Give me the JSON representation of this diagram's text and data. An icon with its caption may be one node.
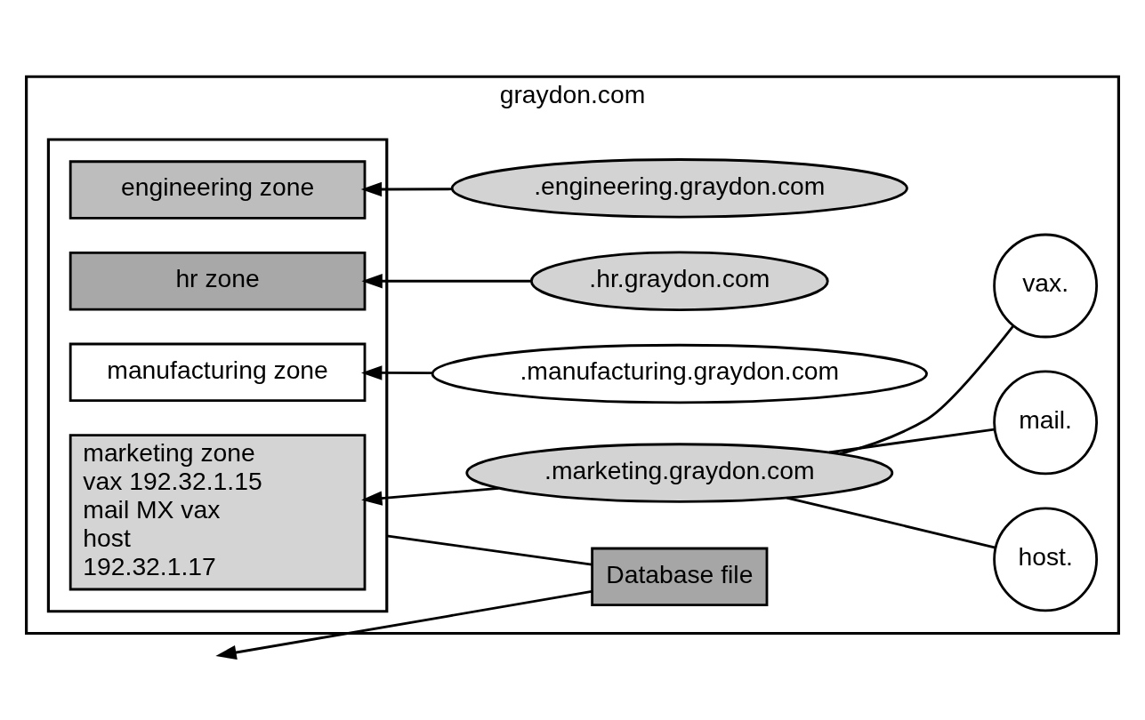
{
  "diagram": {
    "nodes": [
      {
        "text": [
          "graydon.com"
        ]
      },
      {
        "text": [
          "Database file"
        ],
        "in": 0
      },
      {
        "text": [],
        "shape": "box",
        "in": 0
      },
      {
        "text": [
          "marketing zone vax 192.32.1.15 mail MX vax host 192.32.1.17"
        ],
        "in": 2
      },
      {
        "text": [
          "engineering zone"
        ],
        "in": 2
      },
      {
        "text": [
          "hr zone"
        ],
        "in": 2
      },
      {
        "text": [
          "manufacturing zone"
        ],
        "in": 2
      },
      {
        "text": [
          "vax."
        ],
        "in": 0
      },
      {
        "text": [
          "mail."
        ],
        "in": 0
      },
      {
        "text": [
          "host."
        ],
        "in": 0
      },
      {
        "text": [
          ".marketing.graydon.com"
        ],
        "in": 0
      },
      {
        "text": [
          ".engineering.graydon.com"
        ],
        "in": 0
      },
      {
        "text": [
          ".hr.graydon.com"
        ],
        "in": 0
      },
      {
        "text": [
          ".manufacturing.graydon.com"
        ],
        "in": 0
      }
    ],
    "edges": [
      {
        "from": 1,
        "to": null,
        "arrow": "to"
      },
      {
        "from": 1,
        "to": 2,
        "arrow": "none"
      },
      {
        "from": 7,
        "to": 10,
        "arrow": "none"
      },
      {
        "from": 8,
        "to": 10,
        "arrow": "none"
      },
      {
        "from": 9,
        "to": 10,
        "arrow": "none"
      },
      {
        "from": 10,
        "to": 3,
        "arrow": "to"
      },
      {
        "from": 11,
        "to": 4,
        "arrow": "to"
      },
      {
        "from": 12,
        "to": 5,
        "arrow": "to"
      },
      {
        "from": 13,
        "to": 6,
        "arrow": "to"
      }
    ]
  }
}
